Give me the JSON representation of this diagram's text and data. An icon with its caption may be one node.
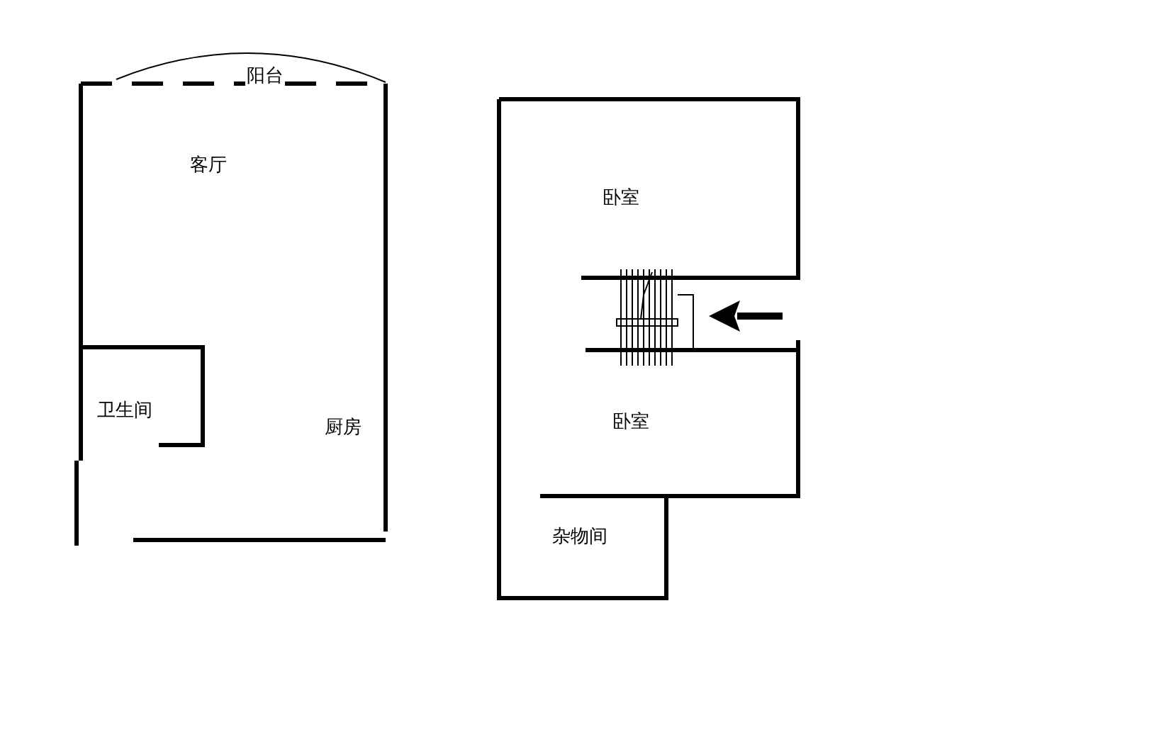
{
  "diagram": {
    "labels": [
      "阳台",
      "客厅",
      "卫生间",
      "厨房",
      "卧室",
      "卧室",
      "杂物间"
    ]
  }
}
